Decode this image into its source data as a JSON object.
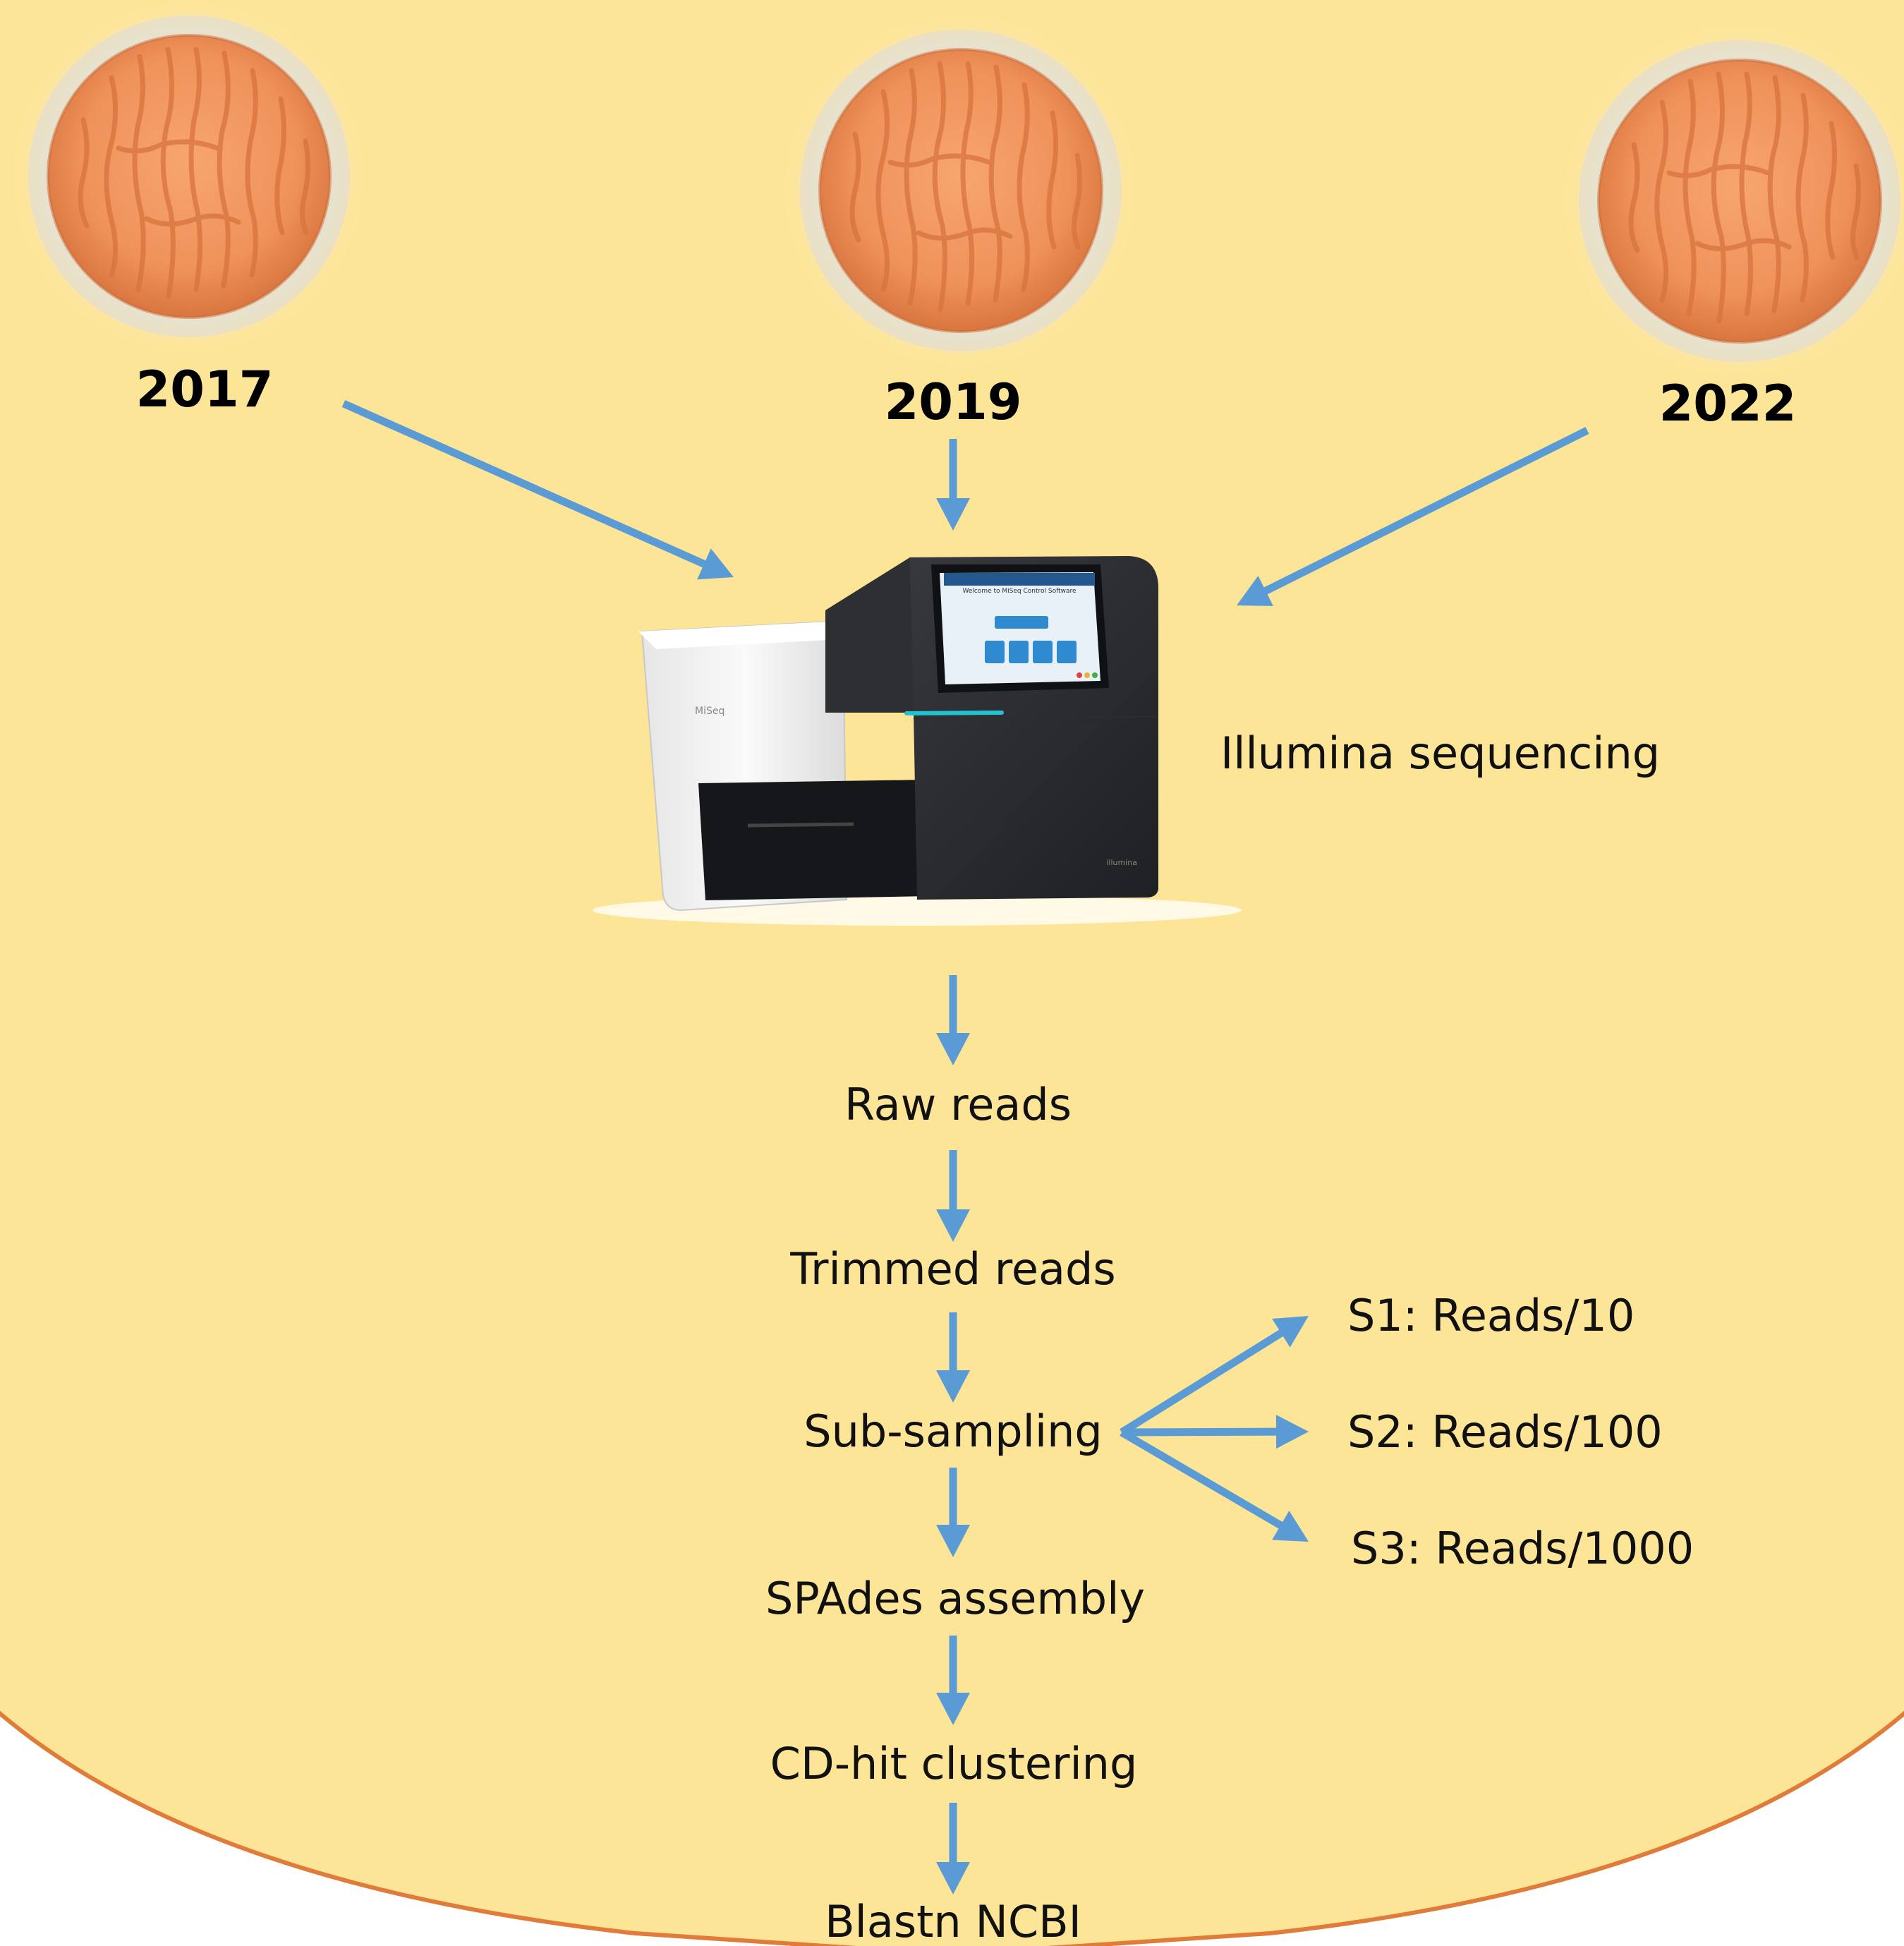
{
  "colors": {
    "background": "#fde597",
    "border": "#e07b39",
    "arrow": "#5b9bd5",
    "cheese_rind": "#f0985e",
    "cheese_paper": "#e9e9ea",
    "machine_dark": "#2a2c30",
    "machine_light": "#f1f1f1",
    "screen": "#d9e7f5",
    "screen_accent": "#2f8ad0"
  },
  "samples": [
    {
      "year": "2017",
      "icon": "cheese-icon"
    },
    {
      "year": "2019",
      "icon": "cheese-icon"
    },
    {
      "year": "2022",
      "icon": "cheese-icon"
    }
  ],
  "sequencer": {
    "icon": "sequencer-icon",
    "label": "Illumina sequencing",
    "brand_text": "MiSeq",
    "maker_text": "illumina",
    "screen_title": "Welcome to MiSeq Control Software"
  },
  "pipeline": [
    "Raw reads",
    "Trimmed reads",
    "Sub-sampling",
    "SPAdes assembly",
    "CD-hit clustering",
    "Blastn NCBI"
  ],
  "subsamples": [
    "S1: Reads/10",
    "S2: Reads/100",
    "S3: Reads/1000"
  ]
}
